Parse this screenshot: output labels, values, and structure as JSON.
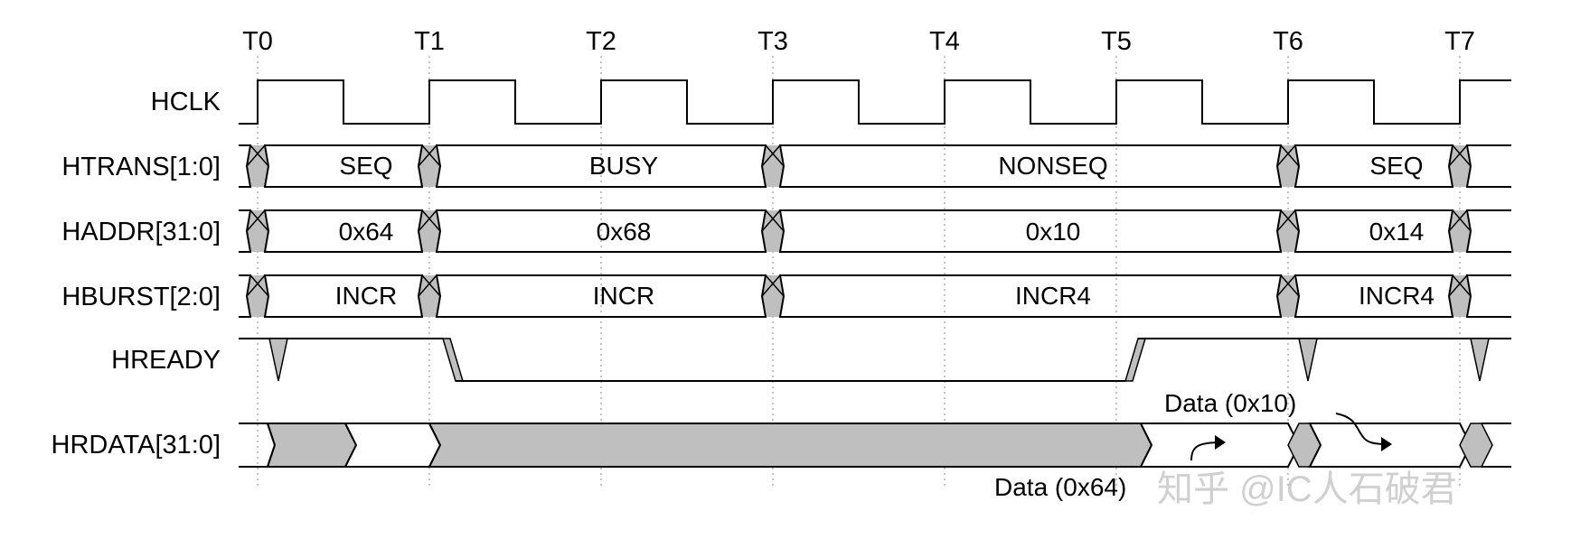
{
  "time_markers": [
    "T0",
    "T1",
    "T2",
    "T3",
    "T4",
    "T5",
    "T6",
    "T7"
  ],
  "signals": [
    {
      "name": "HCLK",
      "kind": "clock"
    },
    {
      "name": "HTRANS[1:0]",
      "kind": "bus",
      "values": [
        "SEQ",
        "BUSY",
        "NONSEQ",
        "SEQ"
      ]
    },
    {
      "name": "HADDR[31:0]",
      "kind": "bus",
      "values": [
        "0x64",
        "0x68",
        "0x10",
        "0x14"
      ]
    },
    {
      "name": "HBURST[2:0]",
      "kind": "bus",
      "values": [
        "INCR",
        "INCR",
        "INCR4",
        "INCR4"
      ]
    },
    {
      "name": "HREADY",
      "kind": "ready"
    },
    {
      "name": "HRDATA[31:0]",
      "kind": "data"
    }
  ],
  "annotations": {
    "data_0x10": "Data (0x10)",
    "data_0x64": "Data (0x64)"
  },
  "watermark": "知乎 @IC人石破君",
  "colors": {
    "line": "#000000",
    "shade": "#bfbfbf",
    "grid": "#888888",
    "background": "#ffffff"
  }
}
